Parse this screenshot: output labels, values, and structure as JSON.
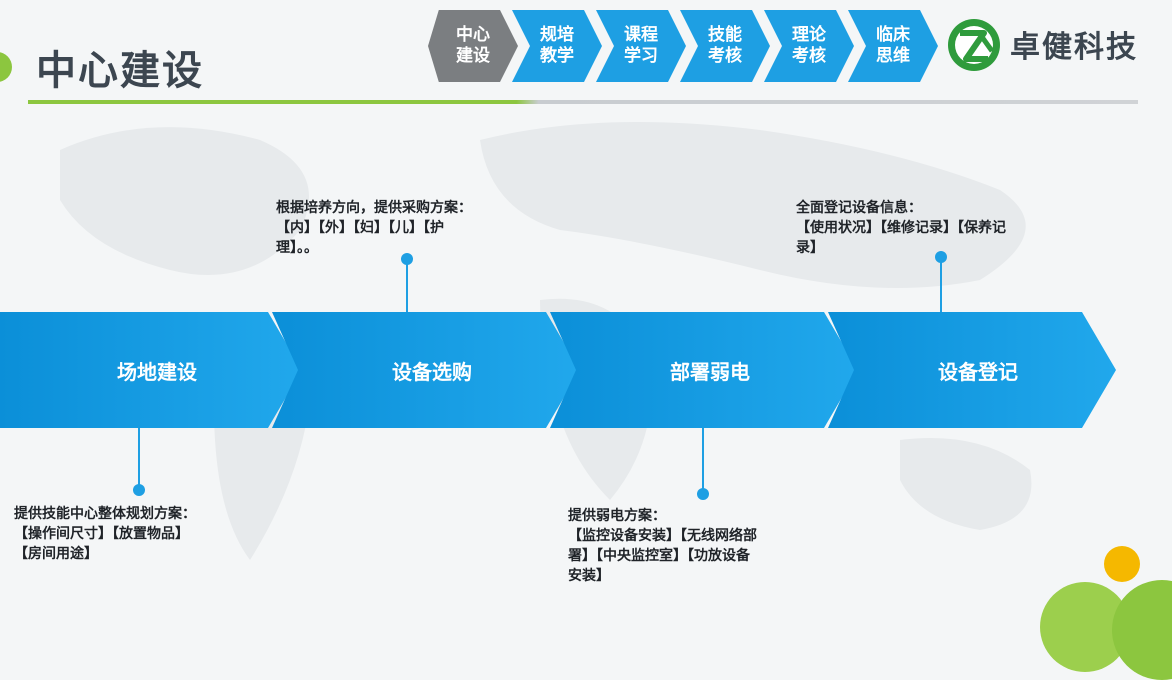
{
  "header": {
    "title": "中心建设",
    "brand_name": "卓健科技",
    "tabs": [
      {
        "label": "中心建设",
        "active": true
      },
      {
        "label": "规培教学",
        "active": false
      },
      {
        "label": "课程学习",
        "active": false
      },
      {
        "label": "技能考核",
        "active": false
      },
      {
        "label": "理论考核",
        "active": false
      },
      {
        "label": "临床思维",
        "active": false
      }
    ]
  },
  "process": {
    "steps": [
      {
        "label": "场地建设",
        "desc": "提供技能中心整体规划方案：\n【操作间尺寸】【放置物品】\n【房间用途】"
      },
      {
        "label": "设备选购",
        "desc": "  根据培养方向，提供采购方案：\n【内】【外】【妇】【儿】【护\n理】。。"
      },
      {
        "label": "部署弱电",
        "desc": "  提供弱电方案：\n【监控设备安装】【无线网络部\n署】【中央监控室】【功放设备\n安装】"
      },
      {
        "label": "设备登记",
        "desc": "   全面登记设备信息：\n【使用状况】【维修记录】【保养记\n录】"
      }
    ]
  },
  "colors": {
    "accent_green": "#8cc63f",
    "step_blue": "#1e9fe3",
    "tab_active": "#7b7e81"
  },
  "icons": {
    "logo": "zhuojian-logo-icon",
    "decor": "medical-decor-icon"
  }
}
